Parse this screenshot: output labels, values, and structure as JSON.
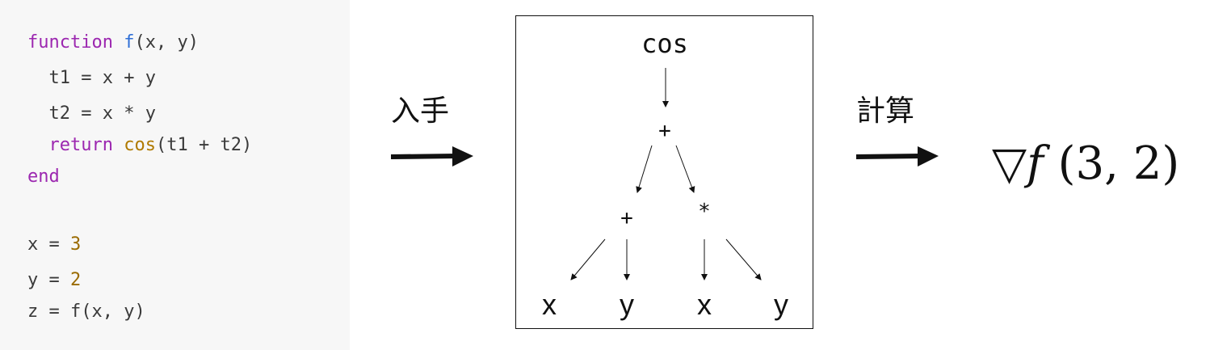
{
  "code": {
    "line1": {
      "kw": "function",
      "fn": "f",
      "rest": "(x, y)"
    },
    "line2": "  t1 = x + y",
    "line3": "  t2 = x * y",
    "line4": {
      "indent": "  ",
      "kw": "return",
      "sp": " ",
      "bi": "cos",
      "rest": "(t1 + t2)"
    },
    "line5": "end",
    "line6": {
      "lhs": "x = ",
      "num": "3"
    },
    "line7": {
      "lhs": "y = ",
      "num": "2"
    },
    "line8": "z = f(x, y)"
  },
  "arrow_labels": {
    "obtain": "入手",
    "compute": "計算"
  },
  "graph": {
    "root": "cos",
    "add_top": "+",
    "add_left": "+",
    "mul_right": "*",
    "leaves": [
      "x",
      "y",
      "x",
      "y"
    ]
  },
  "result": {
    "nabla": "▽",
    "f": "f",
    "args": " (3, 2)"
  },
  "colors": {
    "keyword": "#9c27b0",
    "function": "#2f6fd6",
    "builtin": "#b07a00",
    "number": "#9a6b00",
    "code_bg": "#f7f7f7"
  }
}
